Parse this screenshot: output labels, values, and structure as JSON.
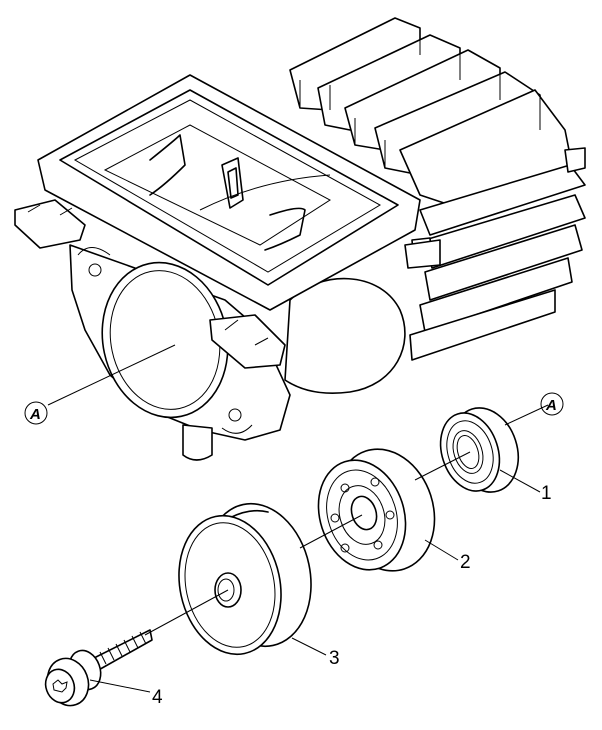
{
  "labels": {
    "ref_a_left": "A",
    "ref_a_right": "A",
    "part_1": "1",
    "part_2": "2",
    "part_3": "3",
    "part_4": "4"
  },
  "icons": {
    "screw_head": "torx-screw-icon"
  }
}
